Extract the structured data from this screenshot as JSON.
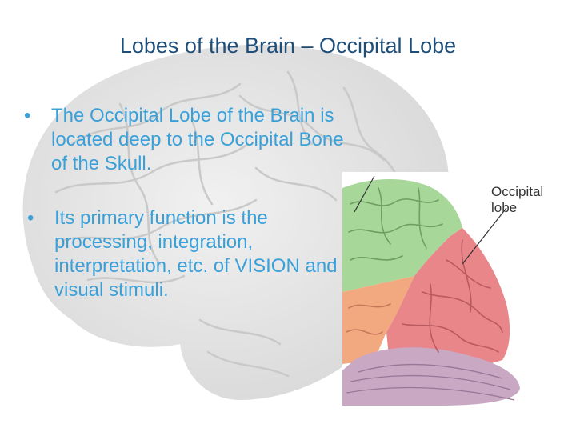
{
  "slide": {
    "title": "Lobes of the Brain – Occipital Lobe",
    "bullets": [
      {
        "marker": "•",
        "text": "The Occipital Lobe of the Brain is located deep to the Occipital Bone of the Skull."
      },
      {
        "marker": "•",
        "text": "Its primary function is the processing, integration, interpretation, etc. of VISION and visual stimuli."
      }
    ],
    "figure": {
      "label": "Occipital\nlobe"
    }
  },
  "colors": {
    "title": "#1f4e79",
    "body_text": "#3aa0d8",
    "frontal_lobe_green": "#a8d79a",
    "occipital_lobe_red": "#e9868a",
    "temporal_lobe_orange": "#f2a980",
    "cerebellum_purple": "#c9a8c3"
  }
}
